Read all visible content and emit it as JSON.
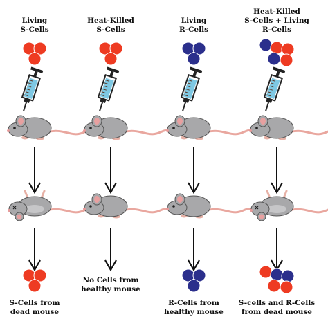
{
  "colors": {
    "s_cell": "#ee3b22",
    "r_cell": "#2b2f8c",
    "mouse_body": "#a8a8aa",
    "mouse_ear_inner": "#e8a0a0",
    "mouse_tail": "#e9a79f",
    "syringe_liquid": "#7ec8e3",
    "arrow": "#111111"
  },
  "columns": [
    {
      "id": "living-s-cells",
      "top_label": [
        "Living",
        "S-Cells"
      ],
      "injected_cells": [
        "s",
        "s",
        "s"
      ],
      "mouse_outcome": "dead",
      "recovered_cells": [
        "s",
        "s",
        "s"
      ],
      "bottom_label": [
        "S-Cells from",
        "dead mouse"
      ]
    },
    {
      "id": "heat-killed-s-cells",
      "top_label": [
        "Heat-Killed",
        "S-Cells"
      ],
      "injected_cells": [
        "s",
        "s",
        "s"
      ],
      "mouse_outcome": "alive",
      "recovered_cells": [],
      "bottom_label": [
        "No Cells from",
        "healthy mouse"
      ]
    },
    {
      "id": "living-r-cells",
      "top_label": [
        "Living",
        "R-Cells"
      ],
      "injected_cells": [
        "r",
        "r",
        "r"
      ],
      "mouse_outcome": "alive",
      "recovered_cells": [
        "r",
        "r",
        "r"
      ],
      "bottom_label": [
        "R-Cells from",
        "healthy mouse"
      ]
    },
    {
      "id": "heat-killed-s-plus-living-r",
      "top_label": [
        "Heat-Killed",
        "S-Cells + Living",
        "R-Cells"
      ],
      "injected_cells": [
        "r",
        "s",
        "r",
        "s",
        "s"
      ],
      "mouse_outcome": "dead",
      "recovered_cells": [
        "s",
        "r",
        "s",
        "r",
        "s"
      ],
      "bottom_label": [
        "S-cells and R-Cells",
        "from dead mouse"
      ]
    }
  ]
}
